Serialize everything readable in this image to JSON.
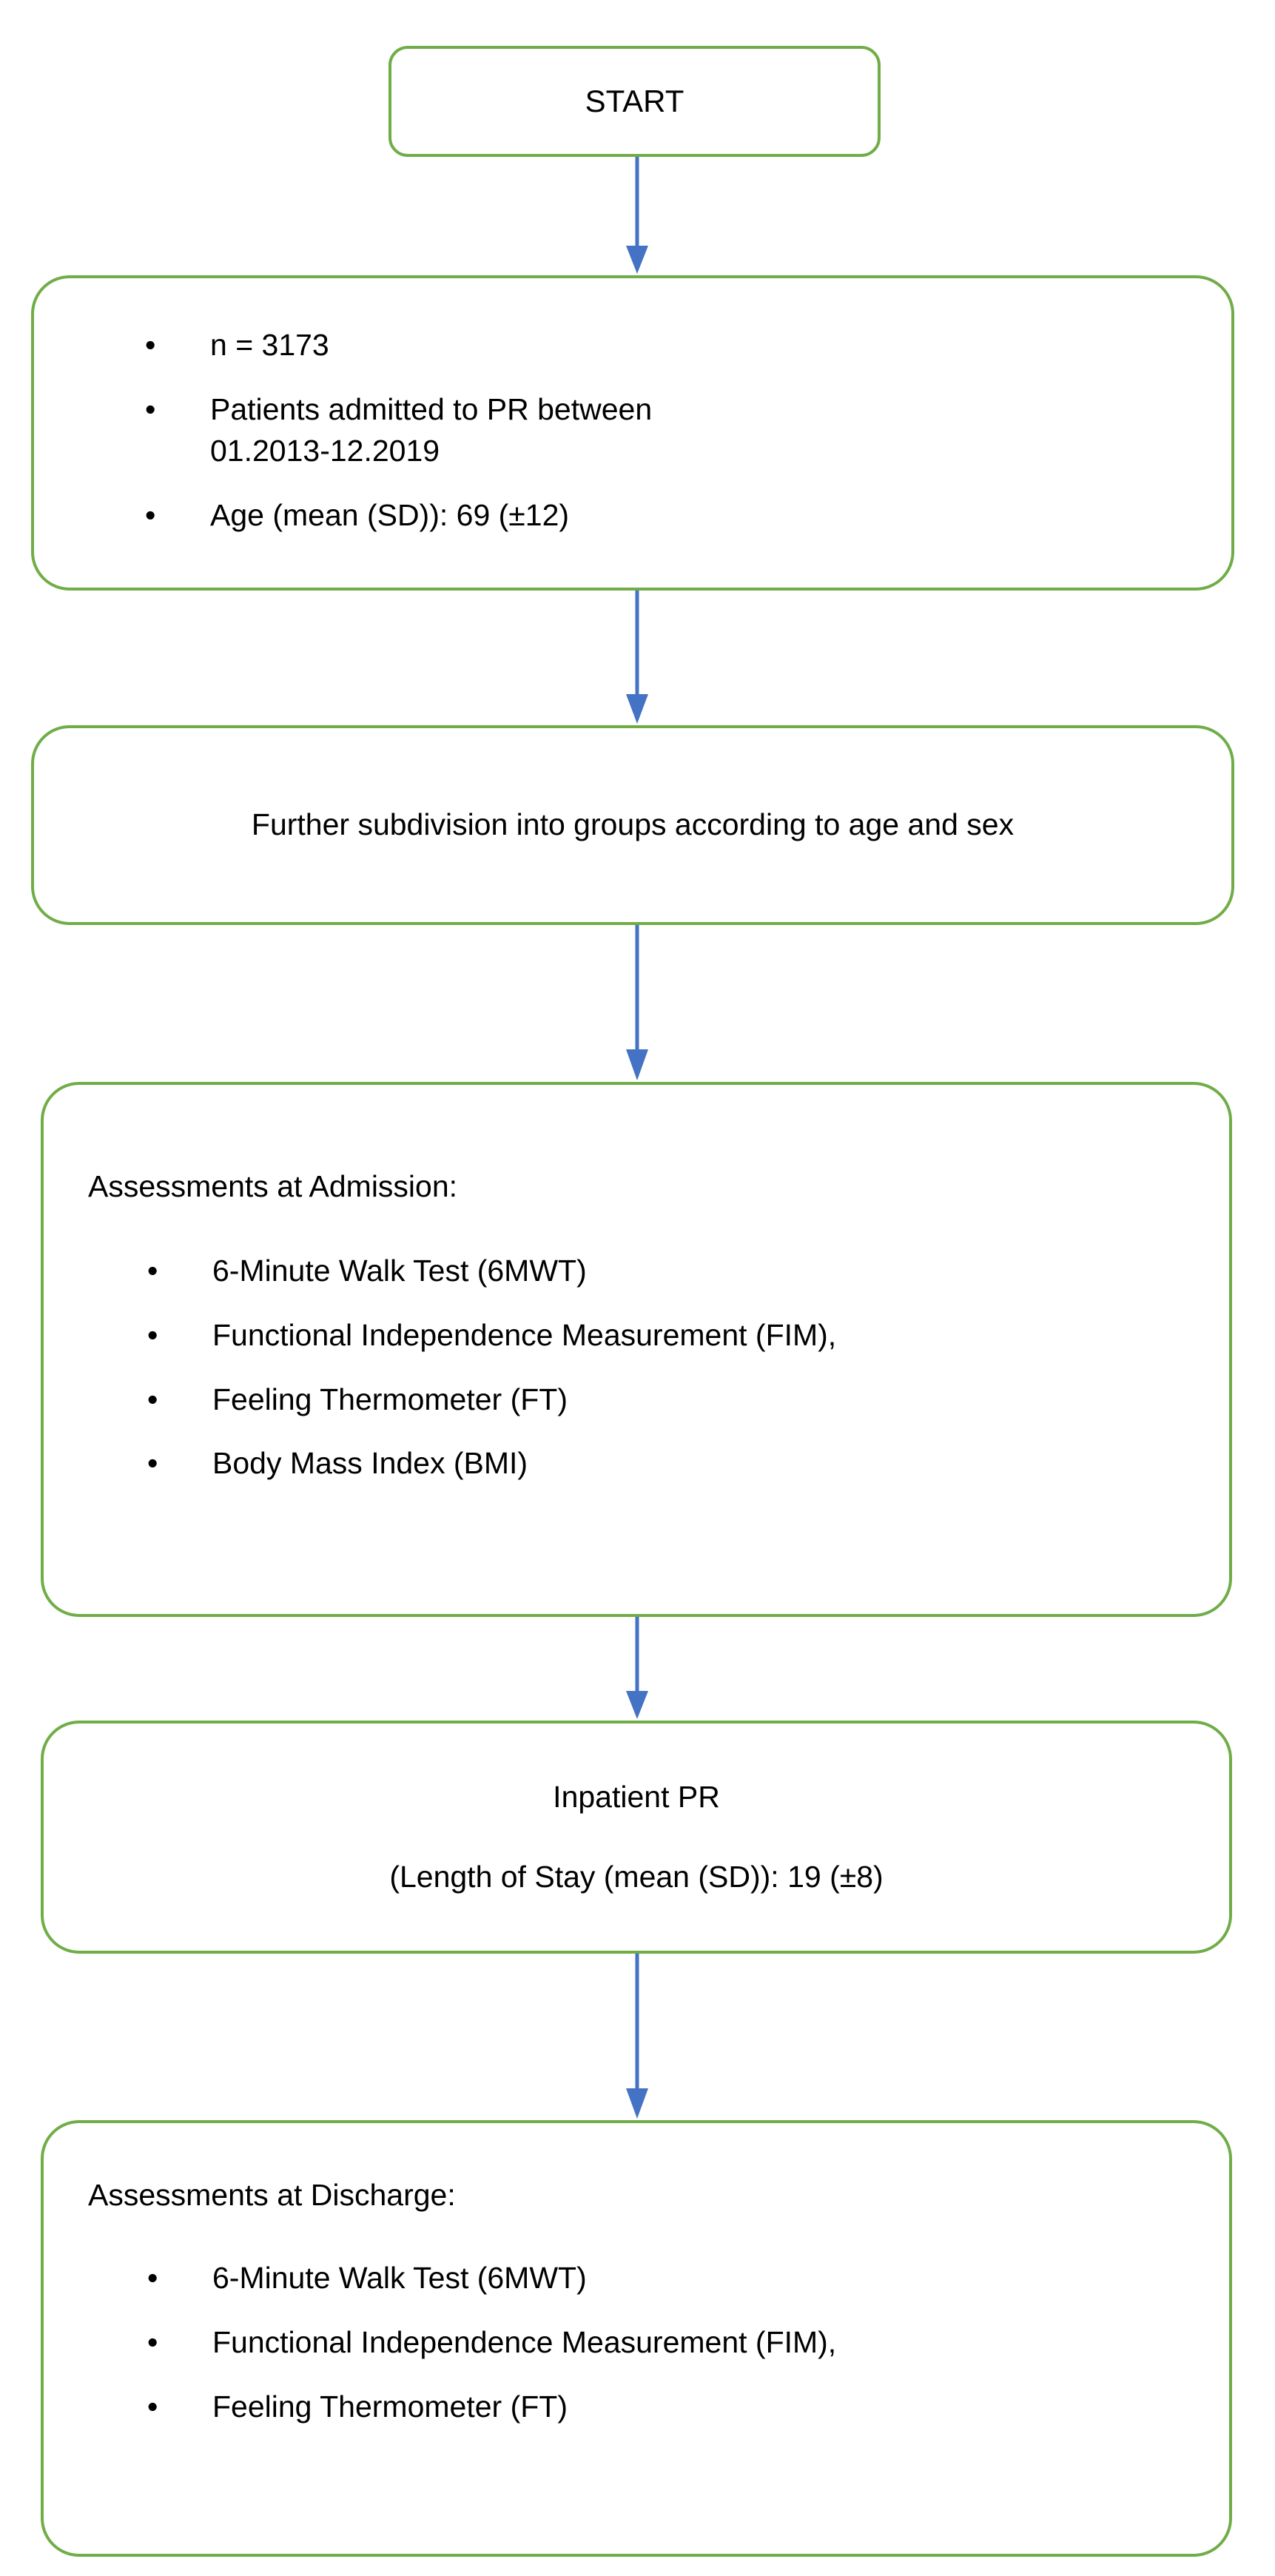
{
  "figure": {
    "type": "flowchart",
    "orientation": "top-to-bottom",
    "colors": {
      "node_border": "#70AD47",
      "node_fill": "#FFFFFF",
      "connector": "#4472C4",
      "text": "#000000"
    }
  },
  "nodes": {
    "start": {
      "label": "START"
    },
    "cohort": {
      "bullets": [
        "n = 3173",
        "Patients admitted to PR between\n01.2013-12.2019",
        "Age (mean (SD)): 69 (±12)"
      ],
      "bullet_glyph": "•"
    },
    "subdivision": {
      "label": "Further subdivision into groups according to age and sex"
    },
    "admission": {
      "title": "Assessments at Admission:",
      "bullets": [
        "6-Minute Walk Test (6MWT)",
        "Functional Independence Measurement (FIM),",
        "Feeling Thermometer (FT)",
        "Body Mass Index (BMI)"
      ],
      "bullet_glyph": "•"
    },
    "inpatient": {
      "title": "Inpatient PR",
      "subtitle": "(Length of Stay (mean (SD)): 19 (±8)"
    },
    "discharge": {
      "title": "Assessments at Discharge:",
      "bullets": [
        "6-Minute Walk Test (6MWT)",
        "Functional Independence Measurement (FIM),",
        "Feeling Thermometer (FT)"
      ],
      "bullet_glyph": "•"
    }
  },
  "connectors": [
    {
      "name": "start-to-cohort",
      "from": "start",
      "to": "cohort"
    },
    {
      "name": "cohort-to-subdivision",
      "from": "cohort",
      "to": "subdivision"
    },
    {
      "name": "subdivision-to-admission",
      "from": "subdivision",
      "to": "admission"
    },
    {
      "name": "admission-to-inpatient",
      "from": "admission",
      "to": "inpatient"
    },
    {
      "name": "inpatient-to-discharge",
      "from": "inpatient",
      "to": "discharge"
    }
  ]
}
